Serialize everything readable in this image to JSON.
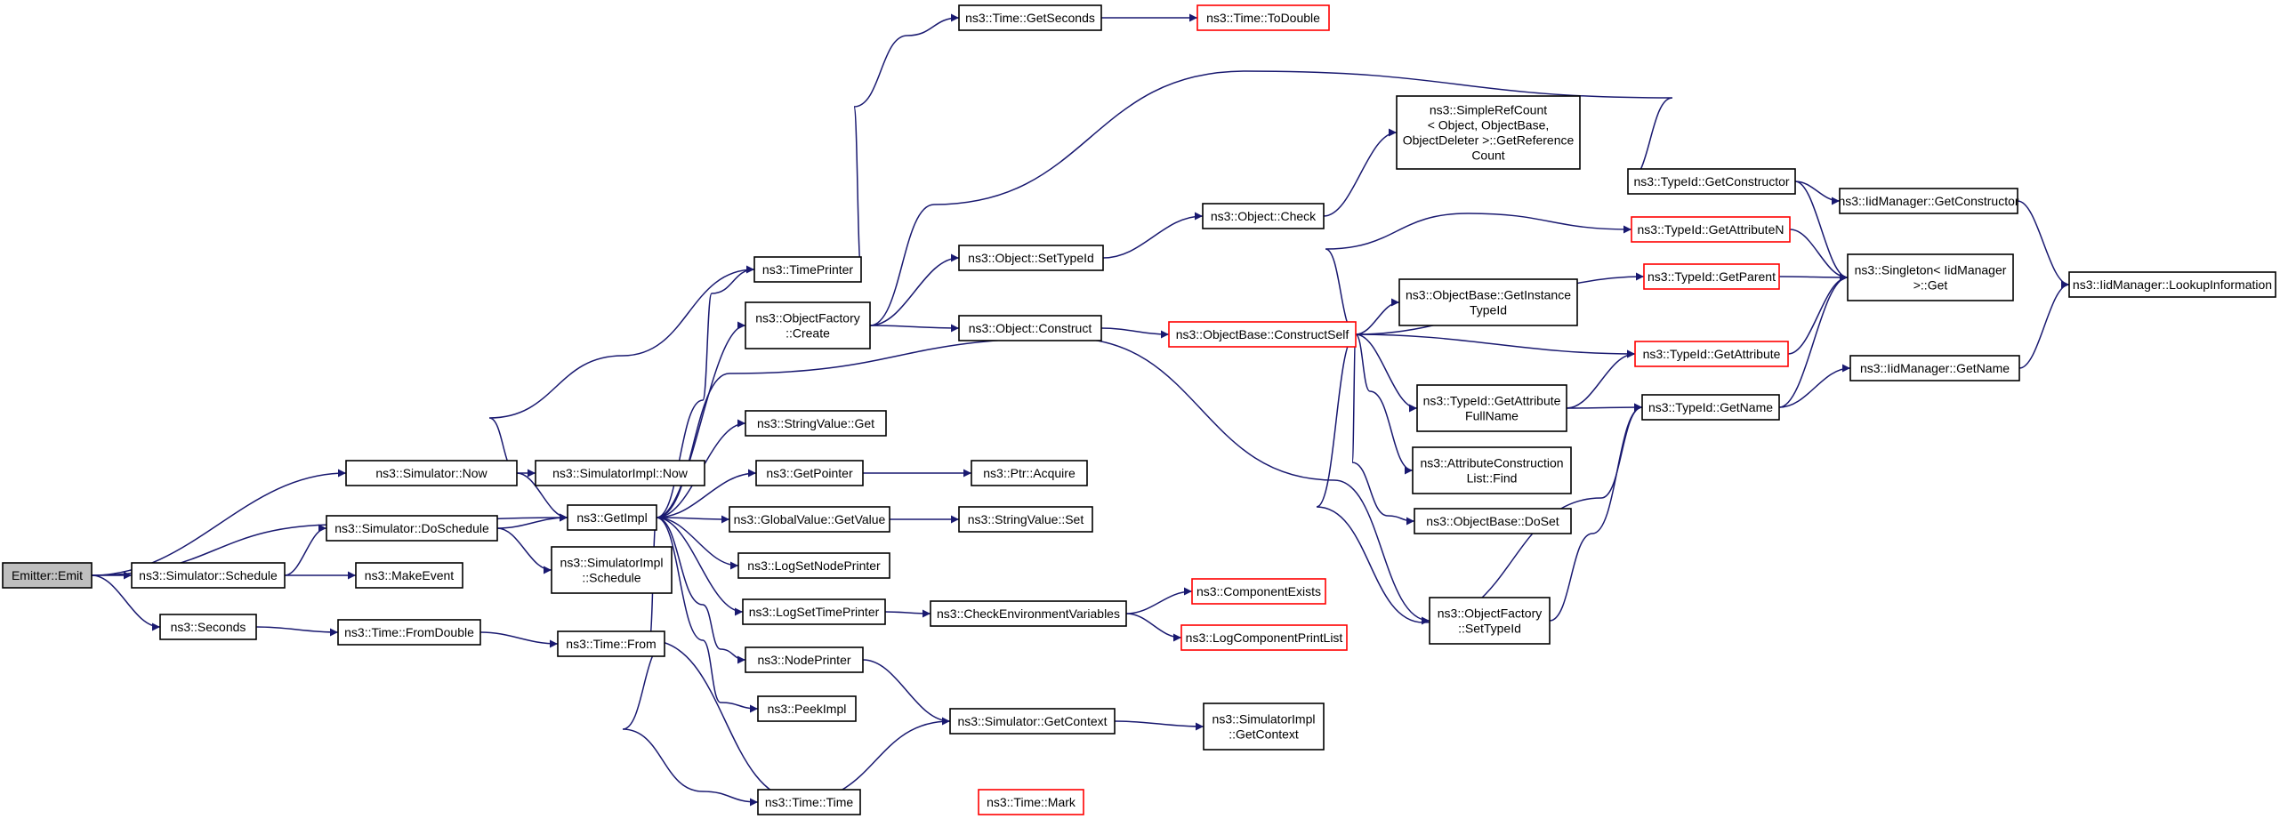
{
  "diagram": {
    "type": "call-graph",
    "colors": {
      "edge": "#191970",
      "node_border": "#000000",
      "node_border_external": "#ff0000",
      "root_fill": "#bfbfbf",
      "node_fill": "#ffffff"
    },
    "nodes": [
      {
        "id": "emitter_emit",
        "lines": [
          "Emitter::Emit"
        ],
        "root": true
      },
      {
        "id": "sim_now",
        "lines": [
          "ns3::Simulator::Now"
        ]
      },
      {
        "id": "sim_doschedule",
        "lines": [
          "ns3::Simulator::DoSchedule"
        ]
      },
      {
        "id": "sim_schedule",
        "lines": [
          "ns3::Simulator::Schedule"
        ]
      },
      {
        "id": "seconds",
        "lines": [
          "ns3::Seconds"
        ]
      },
      {
        "id": "time_fromdouble",
        "lines": [
          "ns3::Time::FromDouble"
        ]
      },
      {
        "id": "simimpl_now",
        "lines": [
          "ns3::SimulatorImpl::Now"
        ]
      },
      {
        "id": "getimpl",
        "lines": [
          "ns3::GetImpl"
        ]
      },
      {
        "id": "simimpl_schedule",
        "lines": [
          "ns3::SimulatorImpl",
          "::Schedule"
        ]
      },
      {
        "id": "makeevent",
        "lines": [
          "ns3::MakeEvent"
        ]
      },
      {
        "id": "time_from",
        "lines": [
          "ns3::Time::From"
        ]
      },
      {
        "id": "timeprinter",
        "lines": [
          "ns3::TimePrinter"
        ]
      },
      {
        "id": "objfactory_create",
        "lines": [
          "ns3::ObjectFactory",
          "::Create"
        ]
      },
      {
        "id": "stringvalue_get",
        "lines": [
          "ns3::StringValue::Get"
        ]
      },
      {
        "id": "getpointer",
        "lines": [
          "ns3::GetPointer"
        ]
      },
      {
        "id": "globalvalue_getvalue",
        "lines": [
          "ns3::GlobalValue::GetValue"
        ]
      },
      {
        "id": "logsetnodeprinter",
        "lines": [
          "ns3::LogSetNodePrinter"
        ]
      },
      {
        "id": "logsettimeprinter",
        "lines": [
          "ns3::LogSetTimePrinter"
        ]
      },
      {
        "id": "nodeprinter",
        "lines": [
          "ns3::NodePrinter"
        ]
      },
      {
        "id": "peekimpl",
        "lines": [
          "ns3::PeekImpl"
        ]
      },
      {
        "id": "time_time",
        "lines": [
          "ns3::Time::Time"
        ]
      },
      {
        "id": "time_getseconds",
        "lines": [
          "ns3::Time::GetSeconds"
        ]
      },
      {
        "id": "time_todouble",
        "lines": [
          "ns3::Time::ToDouble"
        ],
        "external": true
      },
      {
        "id": "object_settypeid",
        "lines": [
          "ns3::Object::SetTypeId"
        ]
      },
      {
        "id": "object_construct",
        "lines": [
          "ns3::Object::Construct"
        ]
      },
      {
        "id": "ptr_acquire",
        "lines": [
          "ns3::Ptr::Acquire"
        ]
      },
      {
        "id": "stringvalue_set",
        "lines": [
          "ns3::StringValue::Set"
        ]
      },
      {
        "id": "checkenv",
        "lines": [
          "ns3::CheckEnvironmentVariables"
        ]
      },
      {
        "id": "sim_getcontext",
        "lines": [
          "ns3::Simulator::GetContext"
        ]
      },
      {
        "id": "time_mark",
        "lines": [
          "ns3::Time::Mark"
        ],
        "external": true
      },
      {
        "id": "object_check",
        "lines": [
          "ns3::Object::Check"
        ]
      },
      {
        "id": "simplerefcount",
        "lines": [
          "ns3::SimpleRefCount",
          "< Object, ObjectBase,",
          " ObjectDeleter >::GetReference",
          "Count"
        ]
      },
      {
        "id": "objbase_constructself",
        "lines": [
          "ns3::ObjectBase::ConstructSelf"
        ],
        "external": true
      },
      {
        "id": "componentexists",
        "lines": [
          "ns3::ComponentExists"
        ],
        "external": true
      },
      {
        "id": "logcomponentprintlist",
        "lines": [
          "ns3::LogComponentPrintList"
        ],
        "external": true
      },
      {
        "id": "simimpl_getcontext",
        "lines": [
          "ns3::SimulatorImpl",
          "::GetContext"
        ]
      },
      {
        "id": "objbase_getinstancetypeid",
        "lines": [
          "ns3::ObjectBase::GetInstance",
          "TypeId"
        ]
      },
      {
        "id": "typeid_getattributefullname",
        "lines": [
          "ns3::TypeId::GetAttribute",
          "FullName"
        ]
      },
      {
        "id": "attrconstructionlist_find",
        "lines": [
          "ns3::AttributeConstruction",
          "List::Find"
        ]
      },
      {
        "id": "objbase_doset",
        "lines": [
          "ns3::ObjectBase::DoSet"
        ]
      },
      {
        "id": "objfactory_settypeid",
        "lines": [
          "ns3::ObjectFactory",
          "::SetTypeId"
        ]
      },
      {
        "id": "typeid_getconstructor",
        "lines": [
          "ns3::TypeId::GetConstructor"
        ]
      },
      {
        "id": "typeid_getattributen",
        "lines": [
          "ns3::TypeId::GetAttributeN"
        ],
        "external": true
      },
      {
        "id": "typeid_getparent",
        "lines": [
          "ns3::TypeId::GetParent"
        ],
        "external": true
      },
      {
        "id": "typeid_getattribute",
        "lines": [
          "ns3::TypeId::GetAttribute"
        ],
        "external": true
      },
      {
        "id": "typeid_getname",
        "lines": [
          "ns3::TypeId::GetName"
        ]
      },
      {
        "id": "iidmanager_getconstructor",
        "lines": [
          "ns3::IidManager::GetConstructor"
        ]
      },
      {
        "id": "singleton_get",
        "lines": [
          "ns3::Singleton< IidManager",
          " >::Get"
        ]
      },
      {
        "id": "iidmanager_getname",
        "lines": [
          "ns3::IidManager::GetName"
        ]
      },
      {
        "id": "iidmanager_lookupinformation",
        "lines": [
          "ns3::IidManager::LookupInformation"
        ]
      }
    ]
  }
}
